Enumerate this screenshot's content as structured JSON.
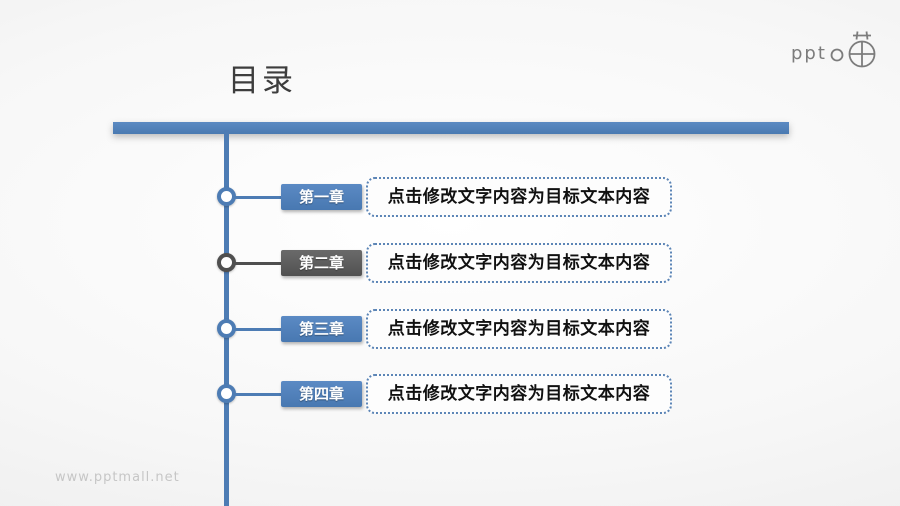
{
  "slide": {
    "title": "目录",
    "watermark": "www.pptmall.net",
    "logo": {
      "text": "ppt",
      "icon": "pptmall-ball-logo"
    },
    "colors": {
      "accent_blue": "#4D7CB4",
      "accent_gray": "#4F4F4F",
      "dotted_border": "#5C85B6",
      "title_color": "#3D3D3D",
      "watermark_color": "#C6C6C6"
    },
    "chapters": [
      {
        "label": "第一章",
        "description": "点击修改文字内容为目标文本内容",
        "theme": "blue"
      },
      {
        "label": "第二章",
        "description": "点击修改文字内容为目标文本内容",
        "theme": "gray"
      },
      {
        "label": "第三章",
        "description": "点击修改文字内容为目标文本内容",
        "theme": "blue"
      },
      {
        "label": "第四章",
        "description": "点击修改文字内容为目标文本内容",
        "theme": "blue"
      }
    ]
  }
}
